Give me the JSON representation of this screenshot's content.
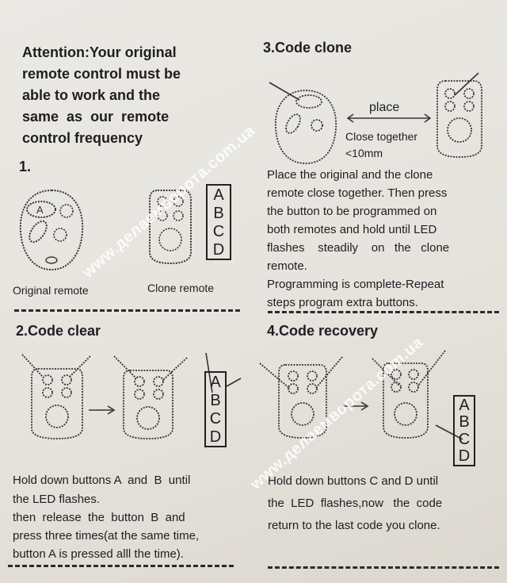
{
  "attention": [
    "Attention:Your original",
    "remote control must be",
    "able to work and the",
    "same  as  our  remote",
    "control frequency"
  ],
  "step1": {
    "number": "1.",
    "original_label": "Original remote",
    "clone_label": "Clone remote"
  },
  "step2": {
    "title": "2.Code clear",
    "lines": [
      "Hold down buttons A  and  B  until",
      "the LED flashes.",
      "then  release  the  button  B  and",
      "press three times(at the same time,",
      "button A is pressed alll the time)."
    ]
  },
  "step3": {
    "title": "3.Code clone",
    "place": "place",
    "close": "Close together",
    "dist": "<10mm",
    "lines": [
      "Place the original and the clone",
      "remote close together. Then press",
      "the button to be programmed on",
      "both remotes and hold until LED",
      "flashes    steadily    on   the   clone",
      "remote.",
      "Programming is complete-Repeat",
      "steps program extra buttons."
    ]
  },
  "step4": {
    "title": "4.Code recovery",
    "lines": [
      "Hold down buttons C and D until",
      "the  LED  flashes,now   the  code",
      "return to the last code you clone."
    ]
  },
  "button_letters": [
    "A",
    "B",
    "C",
    "D"
  ],
  "watermark": "www.делаемворота.com.ua",
  "colors": {
    "paper": "#e7e4de",
    "ink": "#1e1e22",
    "watermark": "#ffffff"
  }
}
